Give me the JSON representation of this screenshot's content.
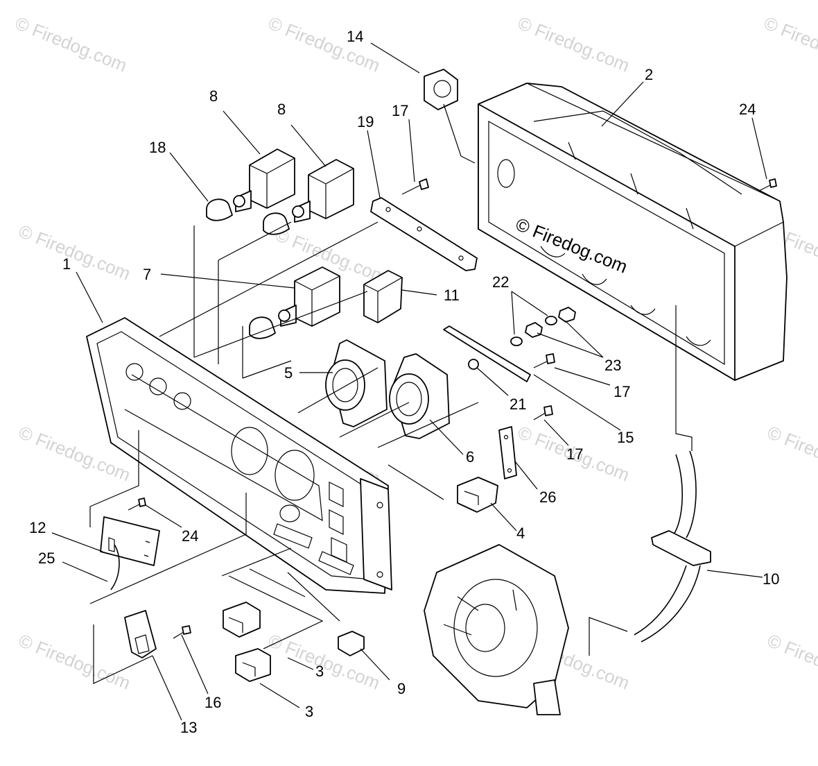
{
  "watermark": "© Firedog.com",
  "center_watermark": "© Firedog.com",
  "callouts": {
    "c1": "1",
    "c2": "2",
    "c3a": "3",
    "c3b": "3",
    "c4": "4",
    "c5": "5",
    "c6": "6",
    "c7": "7",
    "c8a": "8",
    "c8b": "8",
    "c9": "9",
    "c10": "10",
    "c11": "11",
    "c12": "12",
    "c13": "13",
    "c14": "14",
    "c15": "15",
    "c16": "16",
    "c17a": "17",
    "c17b": "17",
    "c17c": "17",
    "c18": "18",
    "c19": "19",
    "c21": "21",
    "c22": "22",
    "c23": "23",
    "c24a": "24",
    "c24b": "24",
    "c25": "25",
    "c26": "26"
  }
}
